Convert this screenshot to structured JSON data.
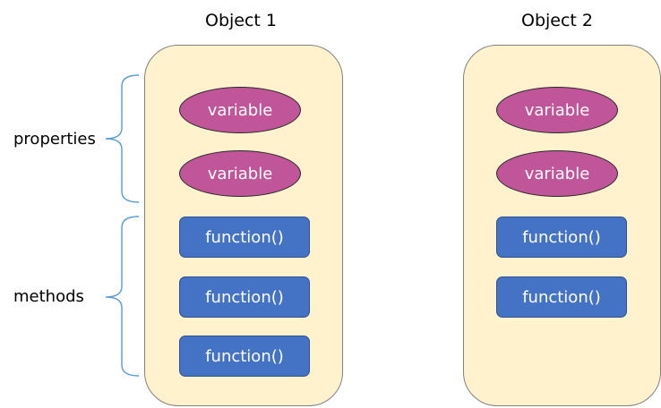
{
  "colors": {
    "object_fill": "#fff2cc",
    "variable_fill": "#c05599",
    "function_fill": "#4472c4",
    "brace_stroke": "#5b9bd5"
  },
  "labels": {
    "properties": "properties",
    "methods": "methods"
  },
  "objects": [
    {
      "title": "Object 1",
      "properties": [
        "variable",
        "variable"
      ],
      "methods": [
        "function()",
        "function()",
        "function()"
      ]
    },
    {
      "title": "Object 2",
      "properties": [
        "variable",
        "variable"
      ],
      "methods": [
        "function()",
        "function()"
      ]
    }
  ]
}
